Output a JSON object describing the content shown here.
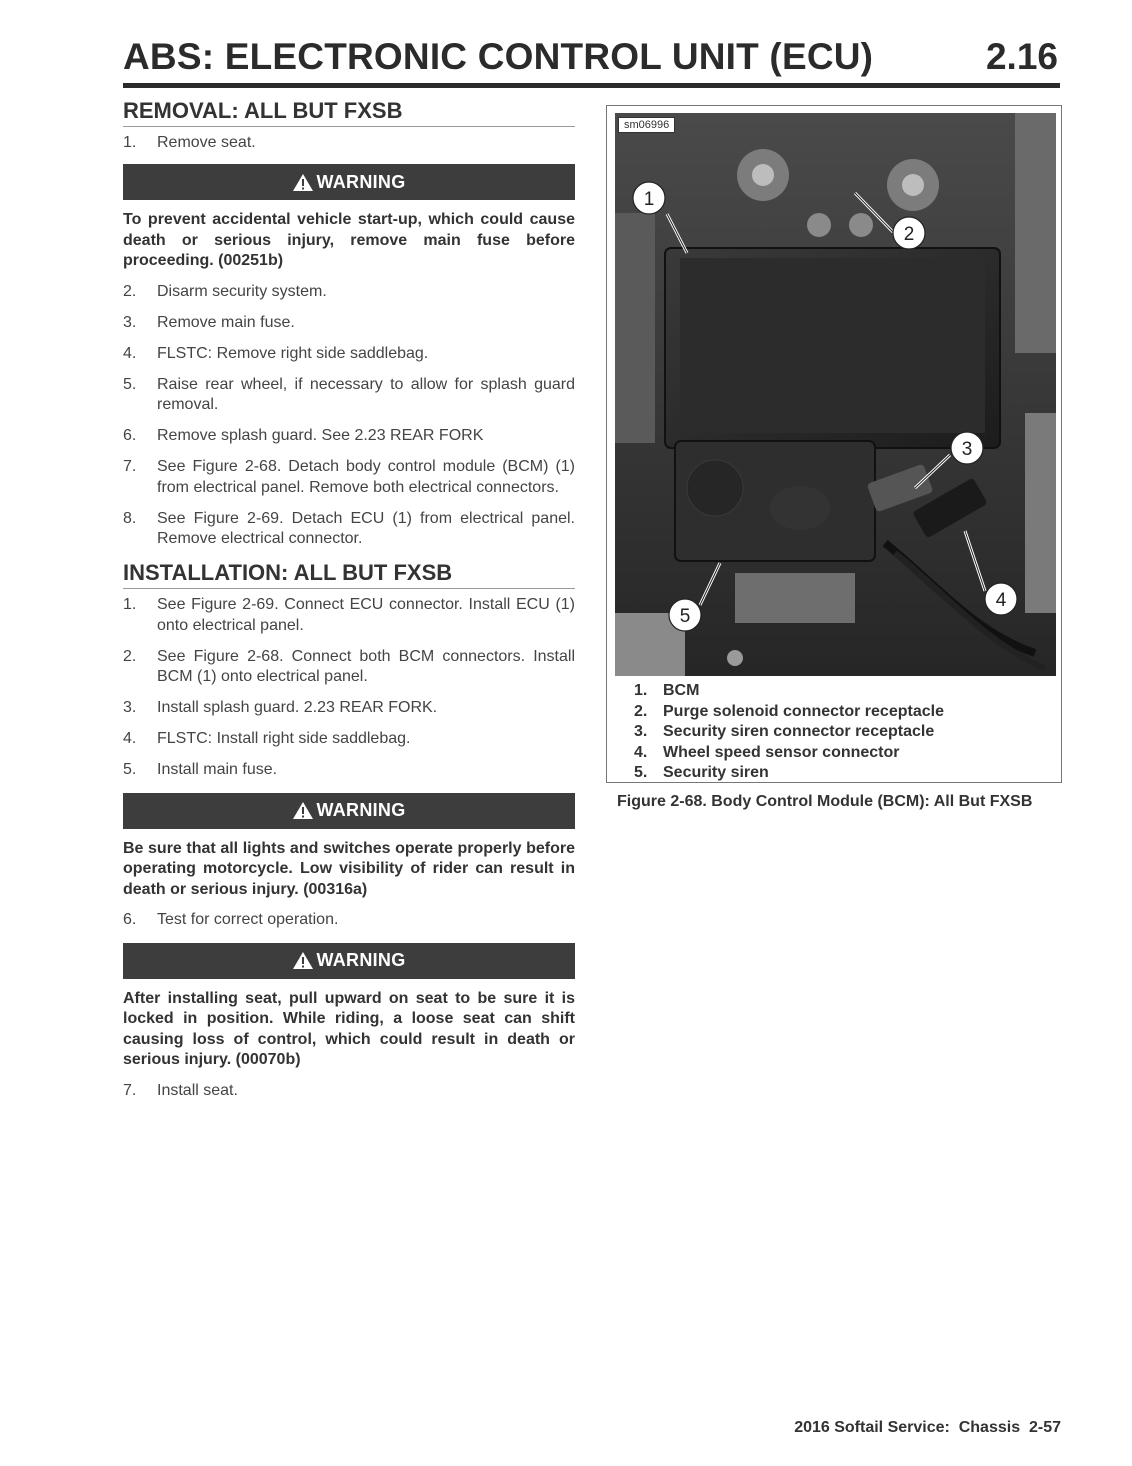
{
  "header": {
    "title": "ABS: ELECTRONIC CONTROL UNIT (ECU)",
    "section_number": "2.16"
  },
  "removal": {
    "heading": "REMOVAL: ALL BUT FXSB",
    "step1": {
      "num": "1.",
      "text": "Remove seat."
    },
    "warning1": {
      "label": "WARNING",
      "text": "To prevent accidental vehicle start-up, which could cause death or serious injury, remove main fuse before proceeding. (00251b)"
    },
    "steps": [
      {
        "num": "2.",
        "text": "Disarm security system."
      },
      {
        "num": "3.",
        "text": "Remove main fuse."
      },
      {
        "num": "4.",
        "text": "FLSTC: Remove right side saddlebag."
      },
      {
        "num": "5.",
        "text": "Raise rear wheel, if necessary to allow for splash guard removal."
      },
      {
        "num": "6.",
        "text": "Remove splash guard. See 2.23 REAR FORK"
      },
      {
        "num": "7.",
        "text": "See Figure 2-68. Detach body control module (BCM) (1) from electrical panel. Remove both electrical connectors."
      },
      {
        "num": "8.",
        "text": "See Figure 2-69. Detach ECU (1) from electrical panel. Remove electrical connector."
      }
    ]
  },
  "installation": {
    "heading": "INSTALLATION: ALL BUT FXSB",
    "steps": [
      {
        "num": "1.",
        "text": "See Figure 2-69. Connect ECU connector. Install ECU (1) onto electrical panel."
      },
      {
        "num": "2.",
        "text": "See Figure 2-68. Connect both BCM connectors. Install BCM (1) onto electrical panel."
      },
      {
        "num": "3.",
        "text": "Install splash guard. 2.23 REAR FORK."
      },
      {
        "num": "4.",
        "text": "FLSTC: Install right side saddlebag."
      },
      {
        "num": "5.",
        "text": "Install main fuse."
      }
    ],
    "warning2": {
      "label": "WARNING",
      "text": "Be sure that all lights and switches operate properly before operating motorcycle. Low visibility of rider can result in death or serious injury. (00316a)"
    },
    "step6": {
      "num": "6.",
      "text": "Test for correct operation."
    },
    "warning3": {
      "label": "WARNING",
      "text": "After installing seat, pull upward on seat to be sure it is locked in position. While riding, a loose seat can shift causing loss of control, which could result in death or serious injury. (00070b)"
    },
    "step7": {
      "num": "7.",
      "text": "Install seat."
    }
  },
  "figure": {
    "image_id": "sm06996",
    "callouts": [
      "1",
      "2",
      "3",
      "4",
      "5"
    ],
    "legend": [
      {
        "num": "1.",
        "text": "BCM"
      },
      {
        "num": "2.",
        "text": "Purge solenoid connector receptacle"
      },
      {
        "num": "3.",
        "text": "Security siren connector receptacle"
      },
      {
        "num": "4.",
        "text": "Wheel speed sensor connector"
      },
      {
        "num": "5.",
        "text": "Security siren"
      }
    ],
    "caption": "Figure 2-68. Body Control Module (BCM): All But FXSB"
  },
  "footer": {
    "text": "2016 Softail Service:  Chassis  2-57"
  }
}
